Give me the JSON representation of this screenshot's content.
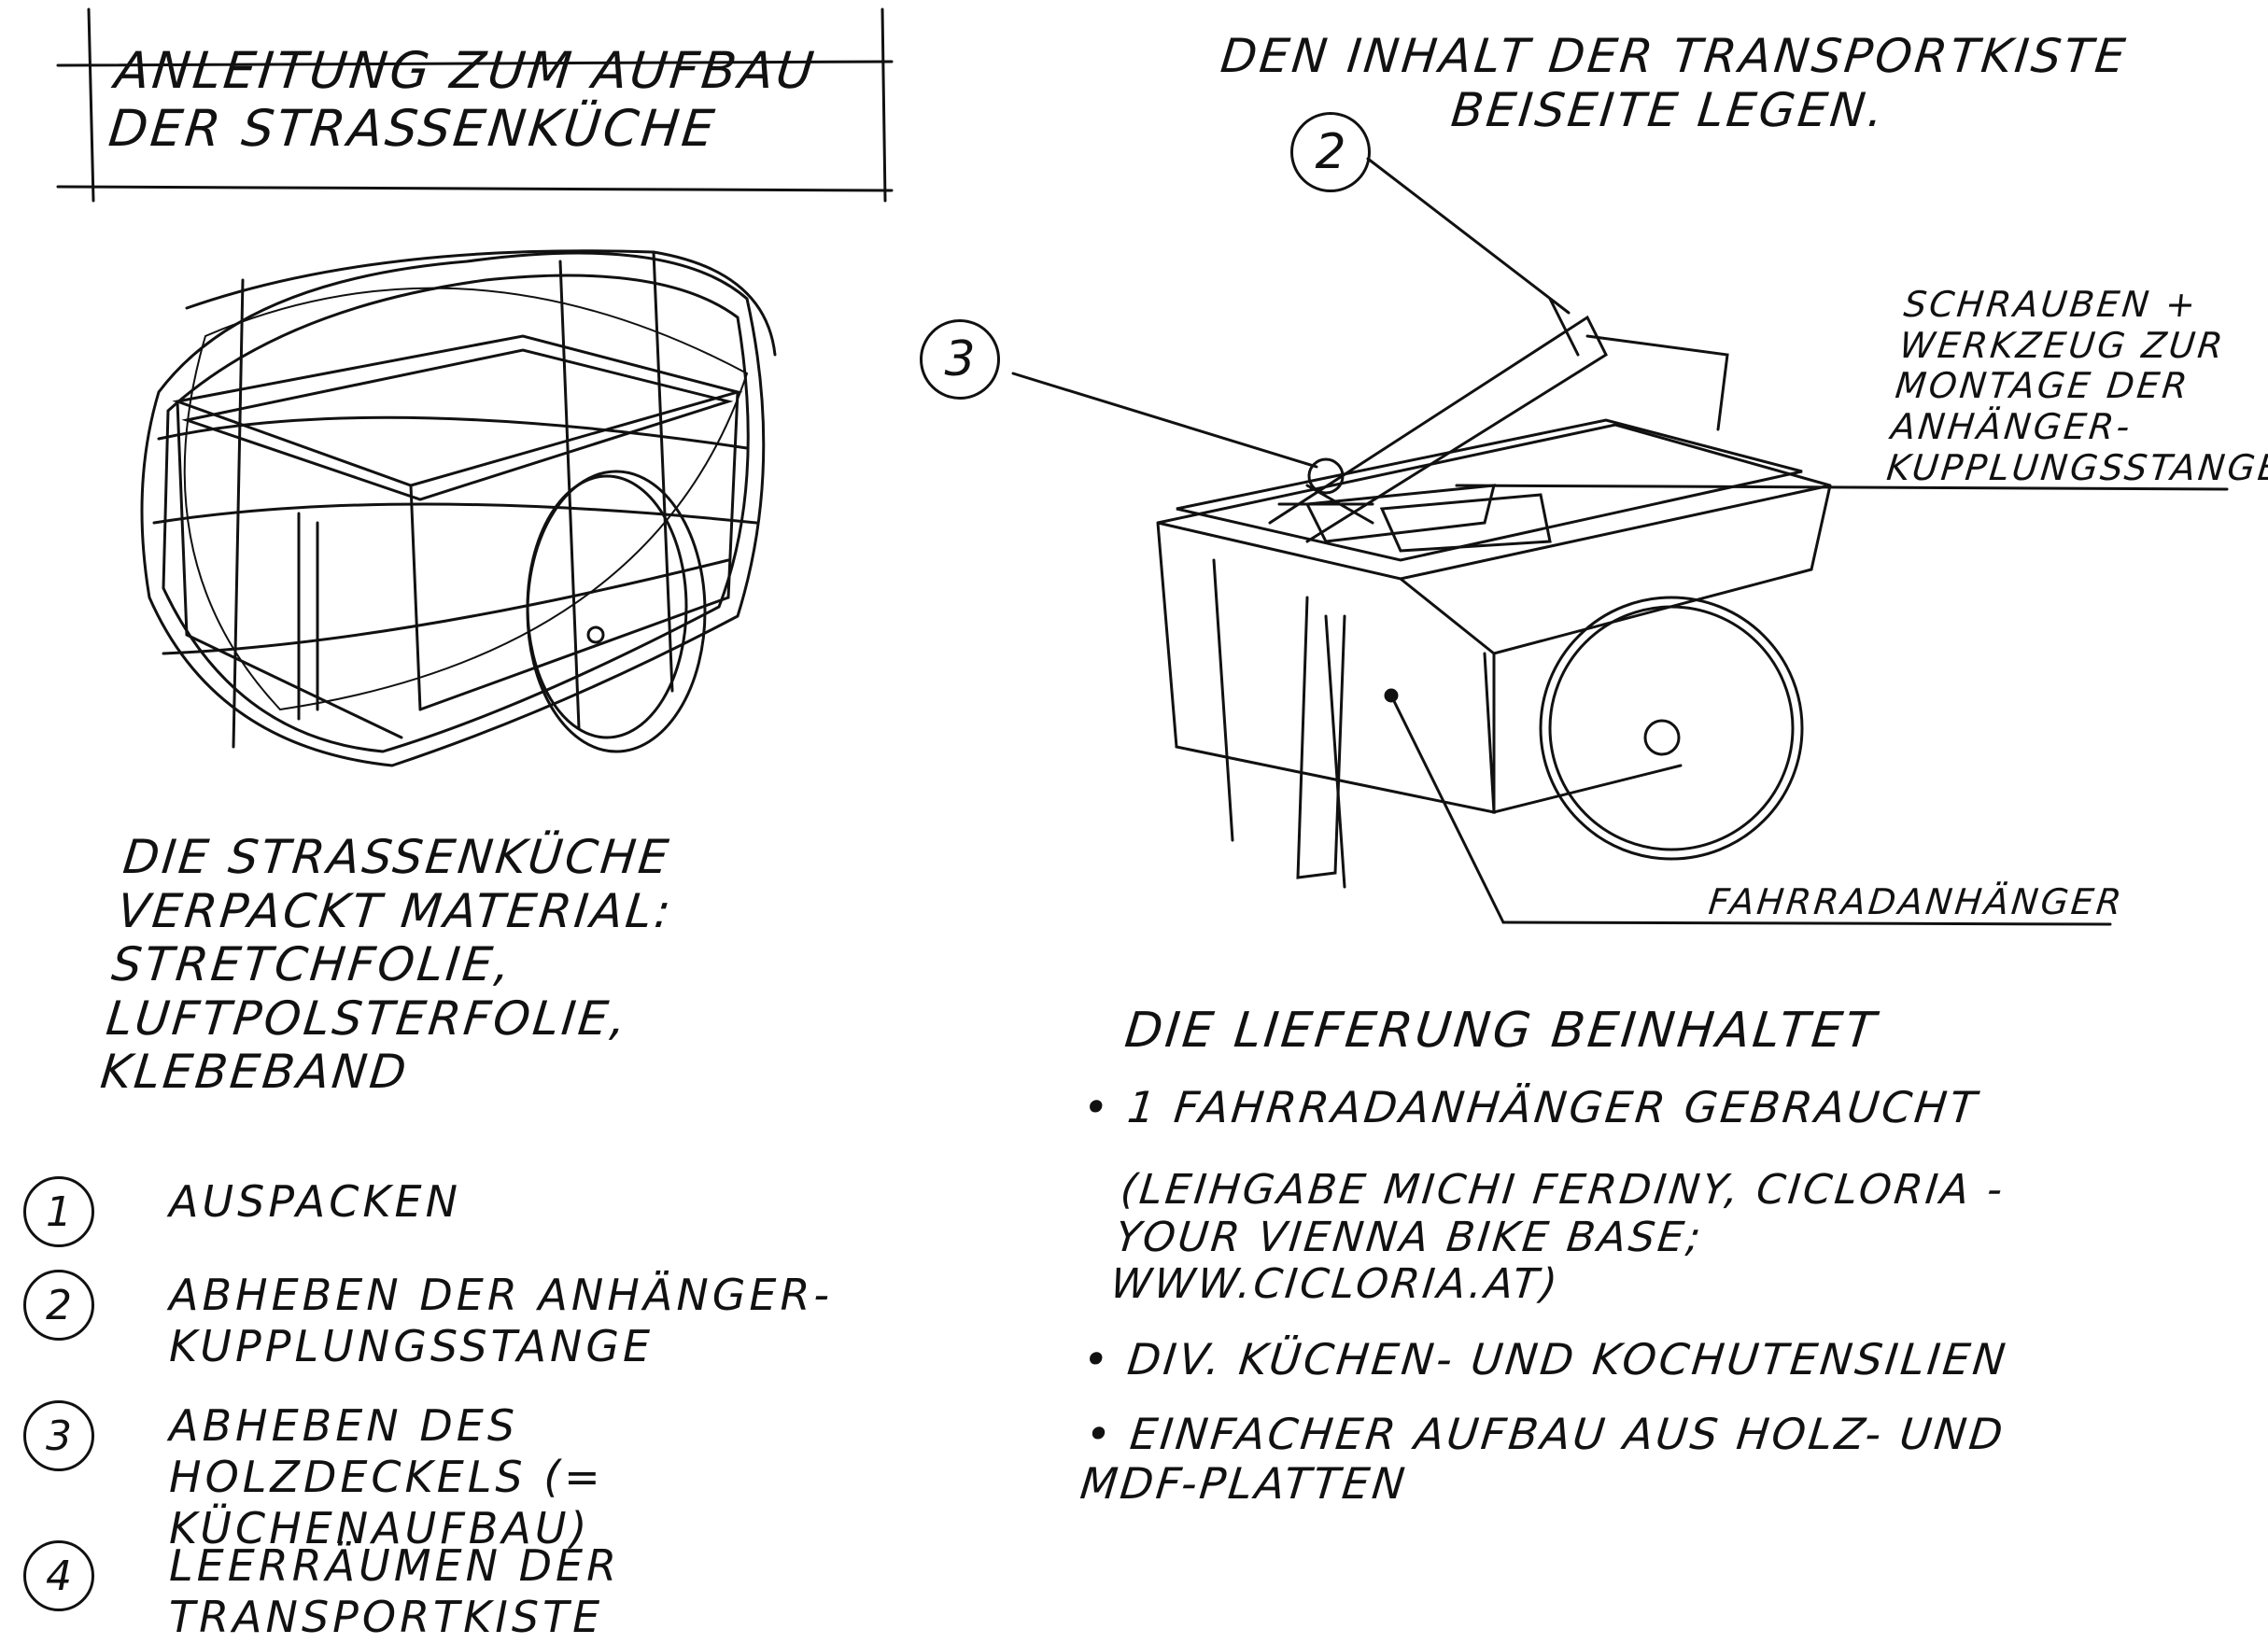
{
  "title": "Anleitung zum Aufbau der Straßenküche",
  "top_note": "Den Inhalt der Transportkiste beiseite legen.",
  "callouts": [
    "2",
    "3"
  ],
  "labels": {
    "tools": "Schrauben + Werkzeug zur Montage der Anhänger-Kupplungsstange",
    "trailer": "Fahrradanhänger"
  },
  "packed_caption": "Die Straßenküche verpackt Material: Stretchfolie, Luftpolsterfolie, Klebeband",
  "steps": [
    {
      "num": "1",
      "text": "Auspacken"
    },
    {
      "num": "2",
      "text": "Abheben der Anhänger-Kupplungsstange"
    },
    {
      "num": "3",
      "text": "Abheben des Holzdeckels (= Küchenaufbau)"
    },
    {
      "num": "4",
      "text": "Leerräumen der Transportkiste"
    }
  ],
  "delivery": {
    "heading": "Die Lieferung beinhaltet",
    "items": [
      "1 Fahrradanhänger gebraucht",
      "(Leihgabe Michi Ferdiny, Cicloria - your Vienna bike base; www.cicloria.at)",
      "div. Küchen- und Kochutensilien",
      "einfacher Aufbau aus Holz- und MDF-Platten"
    ]
  }
}
